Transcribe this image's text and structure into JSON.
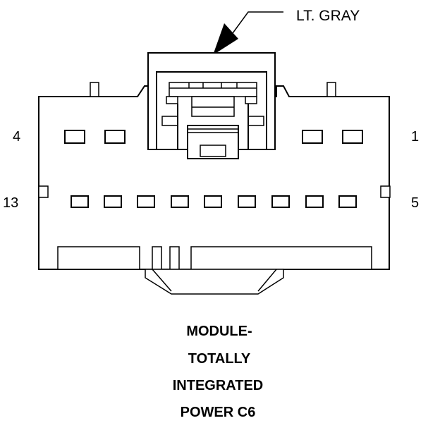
{
  "callout": {
    "color_label": "LT. GRAY"
  },
  "pins": {
    "top_left": "4",
    "top_right": "1",
    "bottom_left": "13",
    "bottom_right": "5"
  },
  "title": {
    "lines": [
      "MODULE-",
      "TOTALLY",
      "INTEGRATED",
      "POWER C6"
    ]
  }
}
